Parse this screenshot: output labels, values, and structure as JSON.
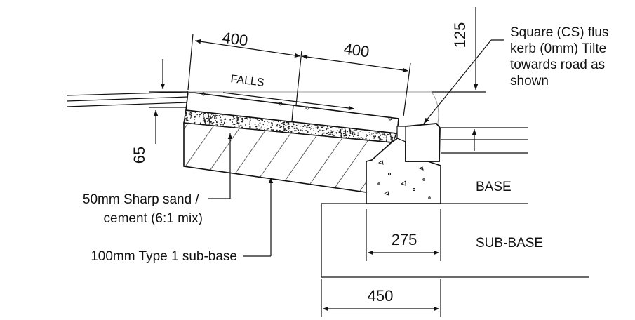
{
  "dimensions": {
    "width_left": "400",
    "width_right": "400",
    "kerb_height": "125",
    "paver_depth": "65",
    "kerb_base_width": "275",
    "sub_base_width": "450"
  },
  "labels": {
    "falls": "FALLS",
    "kerb_note": [
      "Square (CS) flus",
      "kerb (0mm) Tilte",
      "towards road as",
      "shown"
    ],
    "sand_note": [
      "50mm Sharp sand /",
      "cement (6:1 mix)"
    ],
    "subbase_note": "100mm Type 1 sub-base",
    "base": "BASE",
    "sub_base": "SUB-BASE"
  },
  "colors": {
    "line": "#111111",
    "light_line": "#9a9a9a",
    "background": "#ffffff"
  }
}
